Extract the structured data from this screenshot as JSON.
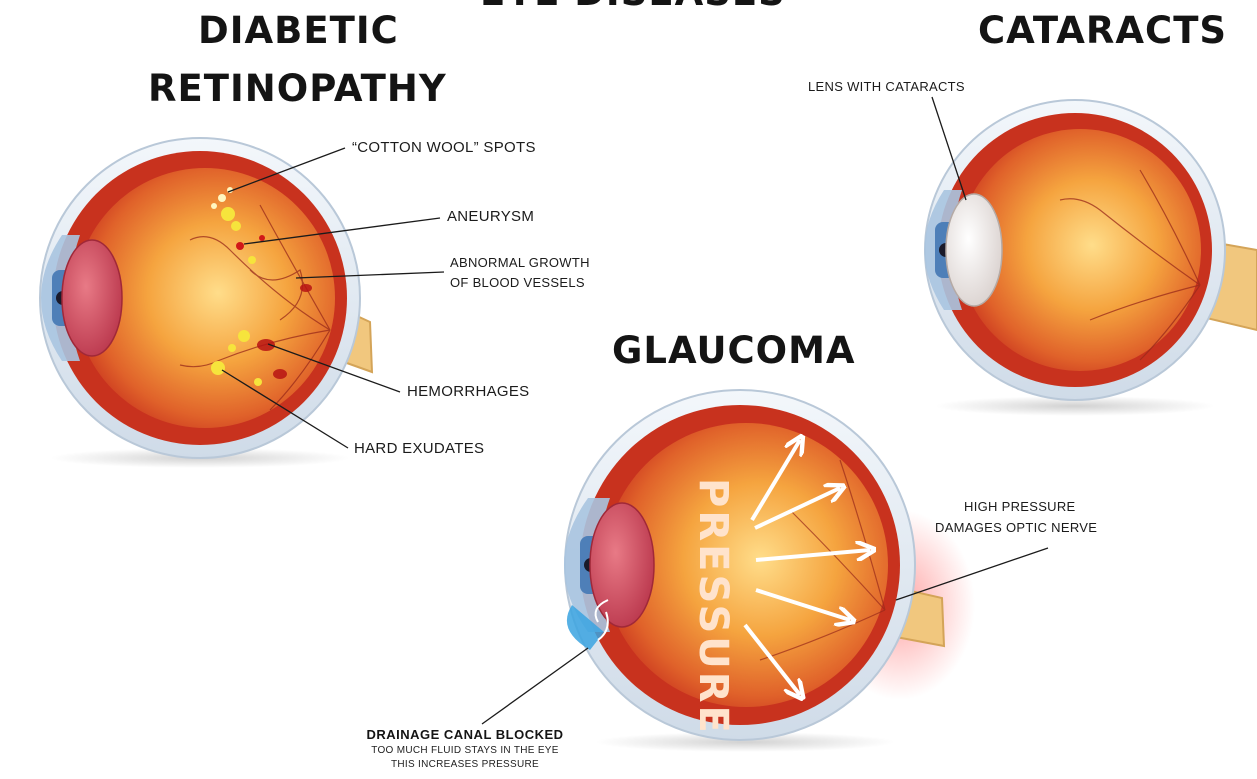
{
  "page_title": "EYE DISEASES",
  "sections": {
    "diabetic": {
      "heading_line1": "DIABETIC",
      "heading_line2": "RETINOPATHY",
      "labels": {
        "cotton_wool": "“COTTON WOOL” SPOTS",
        "aneurysm": "ANEURYSM",
        "growth_line1": "ABNORMAL GROWTH",
        "growth_line2": "OF BLOOD VESSELS",
        "hemorrhages": "HEMORRHAGES",
        "hard_exudates": "HARD EXUDATES"
      }
    },
    "cataracts": {
      "heading": "CATARACTS",
      "labels": {
        "lens": "LENS WITH CATARACTS"
      }
    },
    "glaucoma": {
      "heading": "GLAUCOMA",
      "pressure_word": "PRESSURE",
      "labels": {
        "high_pressure_line1": "HIGH PRESSURE",
        "high_pressure_line2": "DAMAGES  OPTIC NERVE",
        "drainage_title": "DRAINAGE CANAL BLOCKED",
        "drainage_line1": "TOO MUCH FLUID STAYS IN THE EYE",
        "drainage_line2": "THIS INCREASES PRESSURE"
      }
    }
  },
  "colors": {
    "retina_red": "#c8321e",
    "eye_interior": "#f29a3a",
    "eye_highlight": "#ffdd8a",
    "sclera": "#e9f1f8",
    "iris_blue": "#4e7fb8",
    "lens": "#c8405a",
    "cataract_lens": "#f1ebe8",
    "optic_nerve": "#f1c77e",
    "exudate_yellow": "#f6e43c",
    "arrow_white": "#ffffff"
  }
}
